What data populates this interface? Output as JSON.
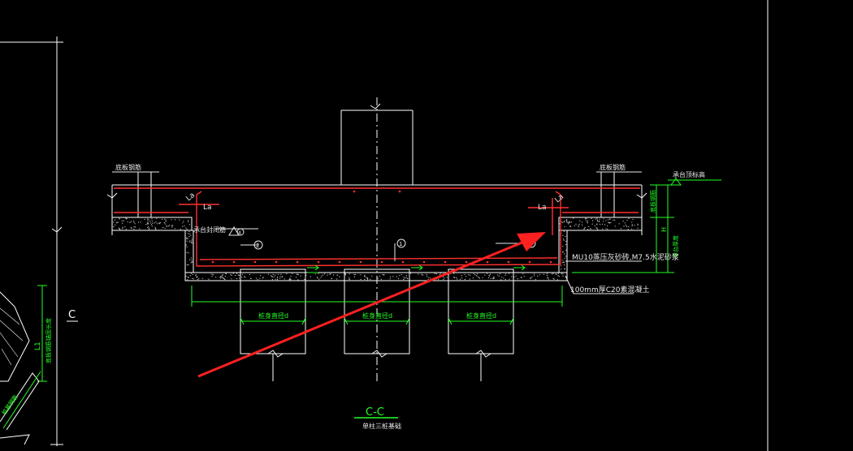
{
  "drawing": {
    "section_title": "C-C",
    "section_subtitle": "单柱三桩基础",
    "left_marker": "C",
    "left_notes": {
      "vertical_label_1": "L1",
      "vertical_label_2": "底板钢筋锚固长度",
      "diag_label": "桩基钢筋"
    },
    "labels": {
      "bottom_rebar_left": "底板钢筋",
      "bottom_rebar_right": "底板钢筋",
      "cap_top_elev": "承台顶标高",
      "lap_left": "La",
      "lap_right": "La",
      "lap_right_inner": "La",
      "mark1": "1",
      "mark2": "2",
      "mark3": "3",
      "mark4": "4",
      "tension_bar": "承台封闭筋",
      "masonry": "MU10蒸压灰砂砖,M7.5水泥砂浆",
      "cushion": "100mm厚C20素混凝土",
      "pile_dia": "桩身直径d",
      "dim_h": "H",
      "dim_h_text": "承台厚度",
      "dim_small": "底板钢筋"
    },
    "colors": {
      "line_white": "#ffffff",
      "rebar_red": "#ff3030",
      "dim_green": "#22ff22",
      "leader_white": "#e8e8e8",
      "arrow_red": "#ff2020"
    }
  }
}
